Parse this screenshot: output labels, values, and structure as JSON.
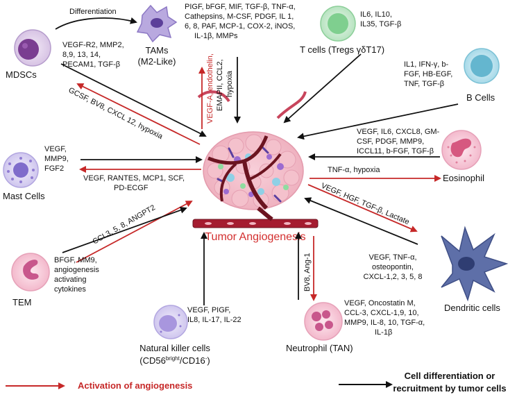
{
  "colors": {
    "activation": "#c62828",
    "recruitment": "#111111",
    "vessel": "#a51c30",
    "center_label": "#d32f2f"
  },
  "center_label": "Tumor Angiogenesis",
  "cells": {
    "mdscs": {
      "label": "MDSCs"
    },
    "tams": {
      "label_lines": [
        "TAMs",
        "(M2-Like)"
      ]
    },
    "tcells": {
      "label": "T cells (Tregs γδT17)"
    },
    "bcells": {
      "label": "B Cells"
    },
    "eosinophil": {
      "label": "Eosinophil"
    },
    "dendritic": {
      "label": "Dendritic cells"
    },
    "neutrophil": {
      "label": "Neutrophil (TAN)"
    },
    "nk": {
      "label1": "Natural killer cells",
      "label2_pre": "(CD56",
      "label2_sup": "bright",
      "label2_mid": "/CD16",
      "label2_sup2": "-",
      "label2_post": ")"
    },
    "tem": {
      "label": "TEM"
    },
    "mast": {
      "label": "Mast Cells"
    }
  },
  "cytokines": {
    "differentiation": "Differentiation",
    "mdsc_tam": [
      "VEGF-R2, MMP2,",
      "8,9, 13, 14,",
      "PECAM1, TGF-β"
    ],
    "tams": [
      "PIGF, bFGF, MIF, TGF-β, TNF-α,",
      "Cathepsins, M-CSF, PDGF, IL 1,",
      "6, 8, PAF, MCP-1, COX-2, iNOS,",
      "IL-1β,  MMPs"
    ],
    "tams_red": "VEGF-A, endothelin,",
    "tams_black": [
      "EMAPII, CCL2,",
      "hypoxia"
    ],
    "tcells": [
      "IL6, IL10,",
      "IL35, TGF-β"
    ],
    "bcells": [
      "IL1, IFN-γ, b-",
      "FGF, HB-EGF,",
      "TNF, TGF-β"
    ],
    "eosinophil": [
      "VEGF, IL6, CXCL8, GM-",
      "CSF, PDGF, MMP9,",
      "ICCL11, b-FGF, TGF-β"
    ],
    "eos_red": "TNF-α, hypoxia",
    "dendritic_red": "VEGF, HGF, TGF-β, Lactate",
    "dendritic": [
      "VEGF, TNF-α,",
      "osteopontin,",
      "CXCL-1,2, 3, 5, 8"
    ],
    "neutrophil_red": "BV8, Ang-1",
    "neutrophil": [
      "VEGF, Oncostatin M,",
      "CCL-3, CXCL-1,9, 10,",
      "MMP9, IL-8, 10, TGF-α,",
      "IL-1β"
    ],
    "nk": [
      "VEGF, PIGF,",
      "IL8, IL-17, IL-22"
    ],
    "tem_red": "CCL3, 5, 8, ANGPT2",
    "tem": [
      "BFGF, MM9,",
      "angiogenesis",
      "activating",
      "cytokines"
    ],
    "mast_red": [
      "VEGF, RANTES, MCP1, SCF,",
      "PD-ECGF"
    ],
    "mast": [
      "VEGF,",
      "MMP9,",
      "FGF2"
    ],
    "mdsc_red": "GCSF, BV8, CXCL 12, hypoxia"
  },
  "legend": {
    "activation": "Activation of angiogenesis",
    "recruitment_lines": [
      "Cell differentiation or",
      "recruitment by tumor cells"
    ]
  }
}
